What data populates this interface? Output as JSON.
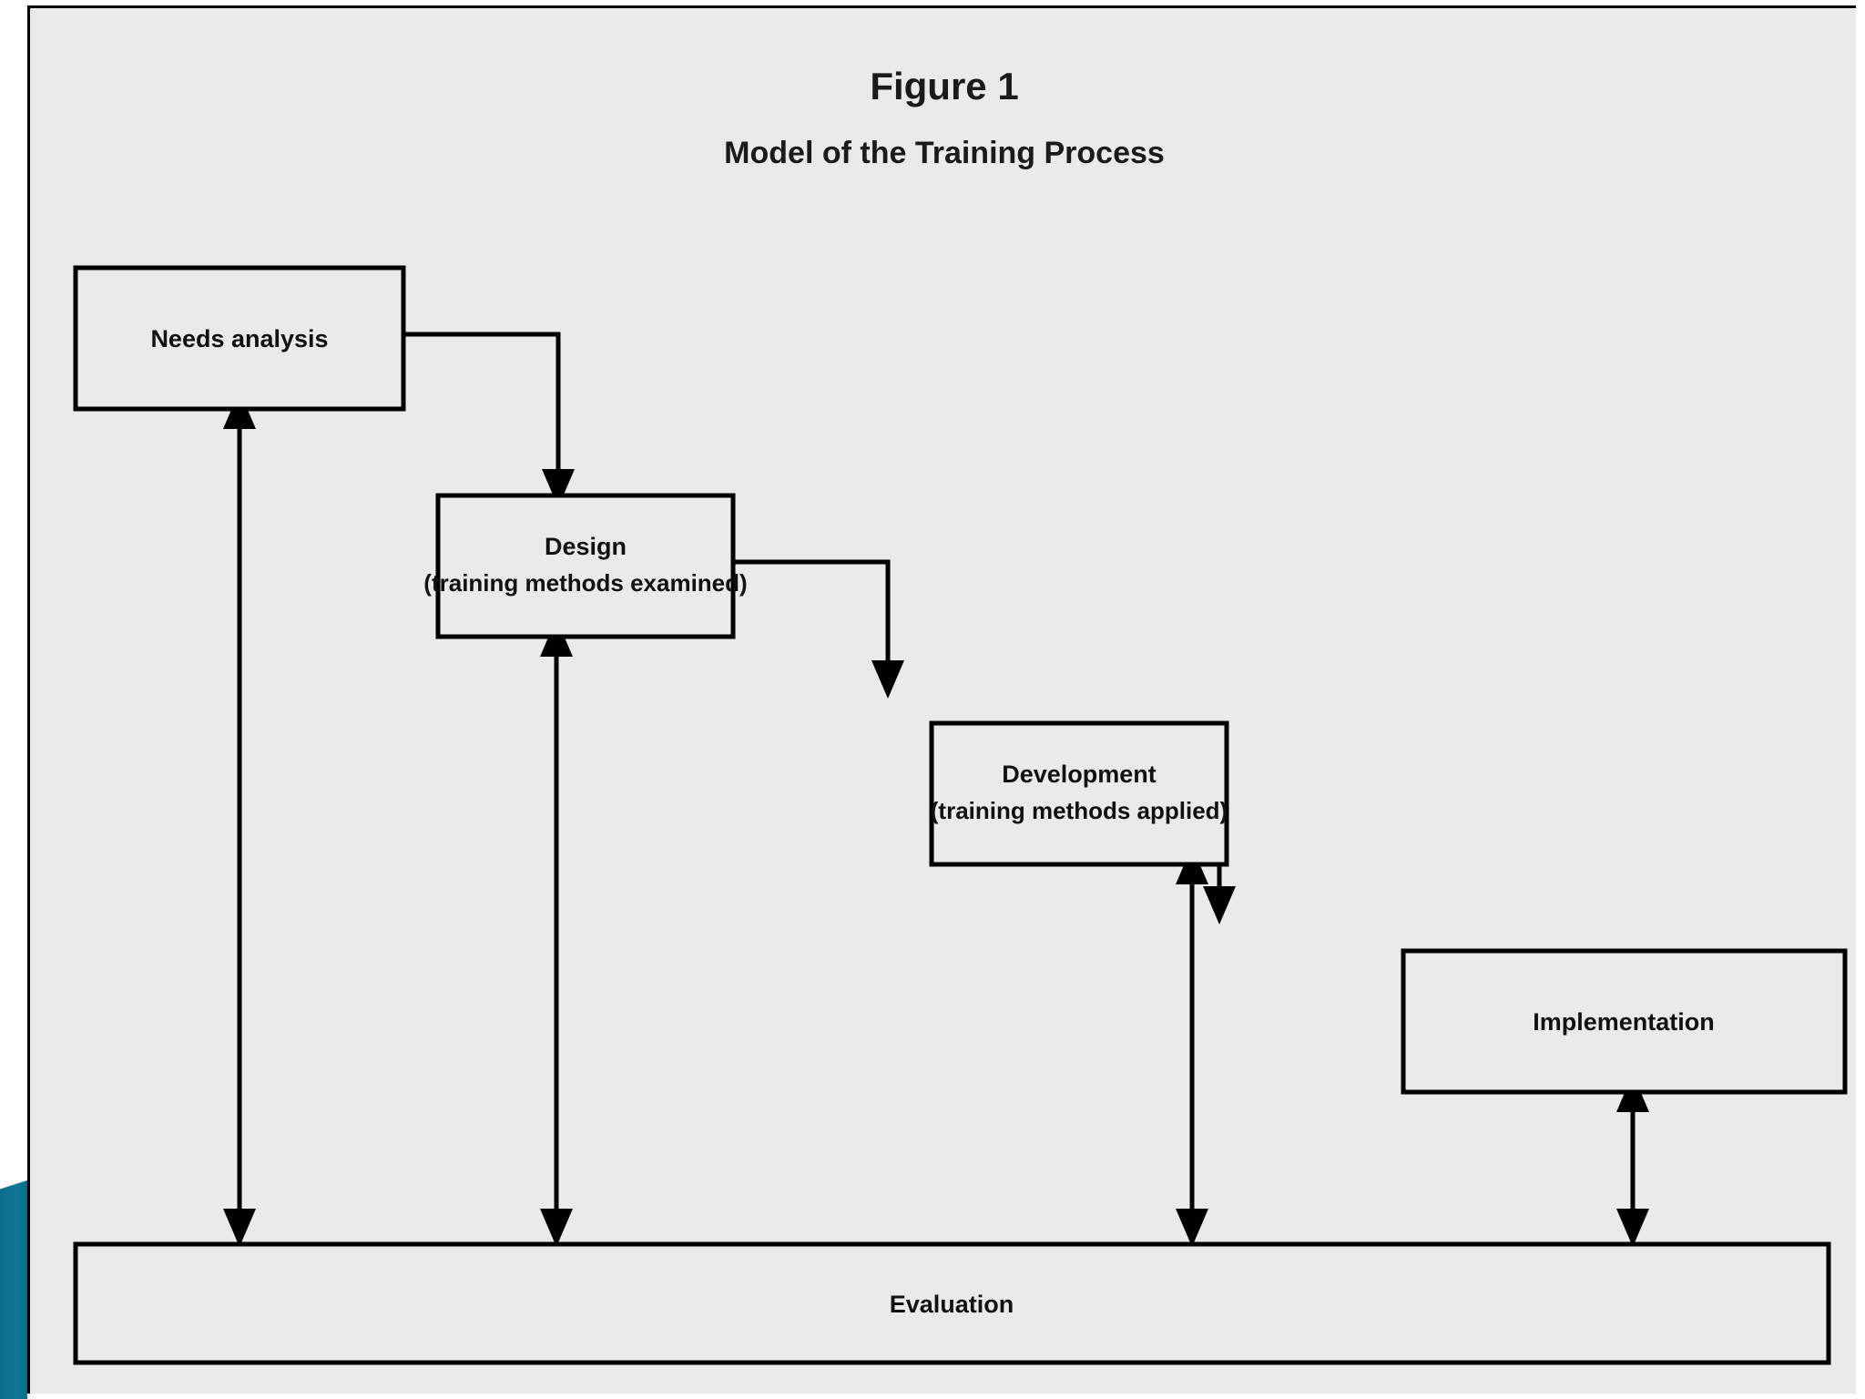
{
  "figure": {
    "title": "Figure 1",
    "subtitle": "Model of the Training Process",
    "panel_bg": "#eaeaea",
    "line_color": "#000000",
    "accent_color": "#0e7290"
  },
  "nodes": [
    {
      "id": "needs",
      "label_line1": "Needs analysis",
      "label_line2": ""
    },
    {
      "id": "design",
      "label_line1": "Design",
      "label_line2": "(training methods examined)"
    },
    {
      "id": "development",
      "label_line1": "Development",
      "label_line2": "(training methods applied)"
    },
    {
      "id": "implementation",
      "label_line1": "Implementation",
      "label_line2": ""
    },
    {
      "id": "evaluation",
      "label_line1": "Evaluation",
      "label_line2": ""
    }
  ],
  "edges": [
    {
      "id": "needs-to-design",
      "from": "needs",
      "to": "design",
      "style": "elbow-down"
    },
    {
      "id": "design-to-development",
      "from": "design",
      "to": "development",
      "style": "elbow-down"
    },
    {
      "id": "development-to-implementation",
      "from": "development",
      "to": "implementation",
      "style": "elbow-down"
    },
    {
      "id": "needs-evaluation",
      "from": "needs",
      "to": "evaluation",
      "style": "double-vertical"
    },
    {
      "id": "design-evaluation",
      "from": "design",
      "to": "evaluation",
      "style": "double-vertical"
    },
    {
      "id": "development-evaluation",
      "from": "development",
      "to": "evaluation",
      "style": "double-vertical"
    },
    {
      "id": "implementation-evaluation",
      "from": "implementation",
      "to": "evaluation",
      "style": "double-vertical"
    }
  ]
}
